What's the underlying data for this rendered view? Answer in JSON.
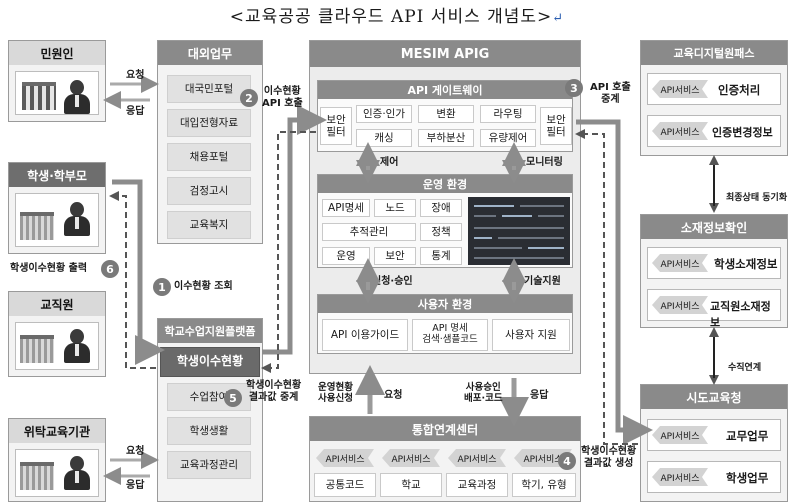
{
  "title": "<교육공공 클라우드 API 서비스 개념도>",
  "title_return_mark": "↵",
  "civil": {
    "header": "민원인",
    "request": "요청",
    "response": "응답"
  },
  "external": {
    "header": "대외업무",
    "items": [
      "대국민포털",
      "대입전형자료",
      "채용포털",
      "검정고시",
      "교육복지"
    ]
  },
  "students": {
    "header": "학생·학부모",
    "output_label": "학생이수현황 출력",
    "output_num": "6"
  },
  "teachers": {
    "header": "교직원"
  },
  "trustee": {
    "header": "위탁교육기관",
    "request": "요청",
    "response": "응답"
  },
  "platform": {
    "header": "학교수업지원플랫폼",
    "main_item": "학생이수현황",
    "items": [
      "수업참여",
      "학생생활",
      "교육과정관리"
    ],
    "inquiry_num": "1",
    "inquiry_label": "이수현황 조회",
    "result_num": "5",
    "result_label": "학생이수현황\n결과값 중계"
  },
  "gateway_call": {
    "num": "2",
    "label": "이수현황\nAPI 호출"
  },
  "apig": {
    "header": "MESIM APIG",
    "gateway": {
      "header": "API 게이트웨이",
      "security_left": "보안\n필터",
      "security_right": "보안\n필터",
      "items": [
        "인증·인가",
        "변환",
        "라우팅",
        "캐싱",
        "부하분산",
        "유량제어"
      ]
    },
    "control_label": "제어",
    "monitor_label": "모니터링",
    "operation": {
      "header": "운영 환경",
      "items": [
        "API명세",
        "노드",
        "장애",
        "추적관리",
        "정책",
        "운영",
        "보안",
        "통계"
      ]
    },
    "apply_label": "신청·승인",
    "tech_label": "기술지원",
    "user_env": {
      "header": "사용자 환경",
      "items": [
        "API 이용가이드",
        "API 명세\n검색·샘플코드",
        "사용자 지원"
      ]
    }
  },
  "relay": {
    "num": "3",
    "label": "API 호출\n중계"
  },
  "hub_links": {
    "left_label": "운영현황\n사용신청",
    "request": "요청",
    "middle_label": "사용승인\n배포·코드",
    "response": "응답"
  },
  "hub": {
    "header": "통합연계센터",
    "tags": [
      "API서비스",
      "API서비스",
      "API서비스",
      "API서비스"
    ],
    "items": [
      "공통코드",
      "학교",
      "교육과정",
      "학기, 유형"
    ],
    "num": "4",
    "result_label": "학생이수현황\n결과값 생성"
  },
  "digital_pass": {
    "header": "교육디지털원패스",
    "rows": [
      {
        "tag": "API서비스",
        "name": "인증처리"
      },
      {
        "tag": "API서비스",
        "name": "인증변경정보"
      }
    ]
  },
  "sync_label": "최종상태 동기화",
  "whereabouts": {
    "header": "소재정보확인",
    "rows": [
      {
        "tag": "API서비스",
        "name": "학생소재정보"
      },
      {
        "tag": "API서비스",
        "name": "교직원소재정보"
      }
    ]
  },
  "vertical_label": "수직연계",
  "provincial": {
    "header": "시도교육청",
    "rows": [
      {
        "tag": "API서비스",
        "name": "교무업무"
      },
      {
        "tag": "API서비스",
        "name": "학생업무"
      }
    ]
  },
  "colors": {
    "panel_head": "#8a8a8a",
    "arrow_solid": "#8c8c8c",
    "arrow_dashed": "#555555"
  }
}
